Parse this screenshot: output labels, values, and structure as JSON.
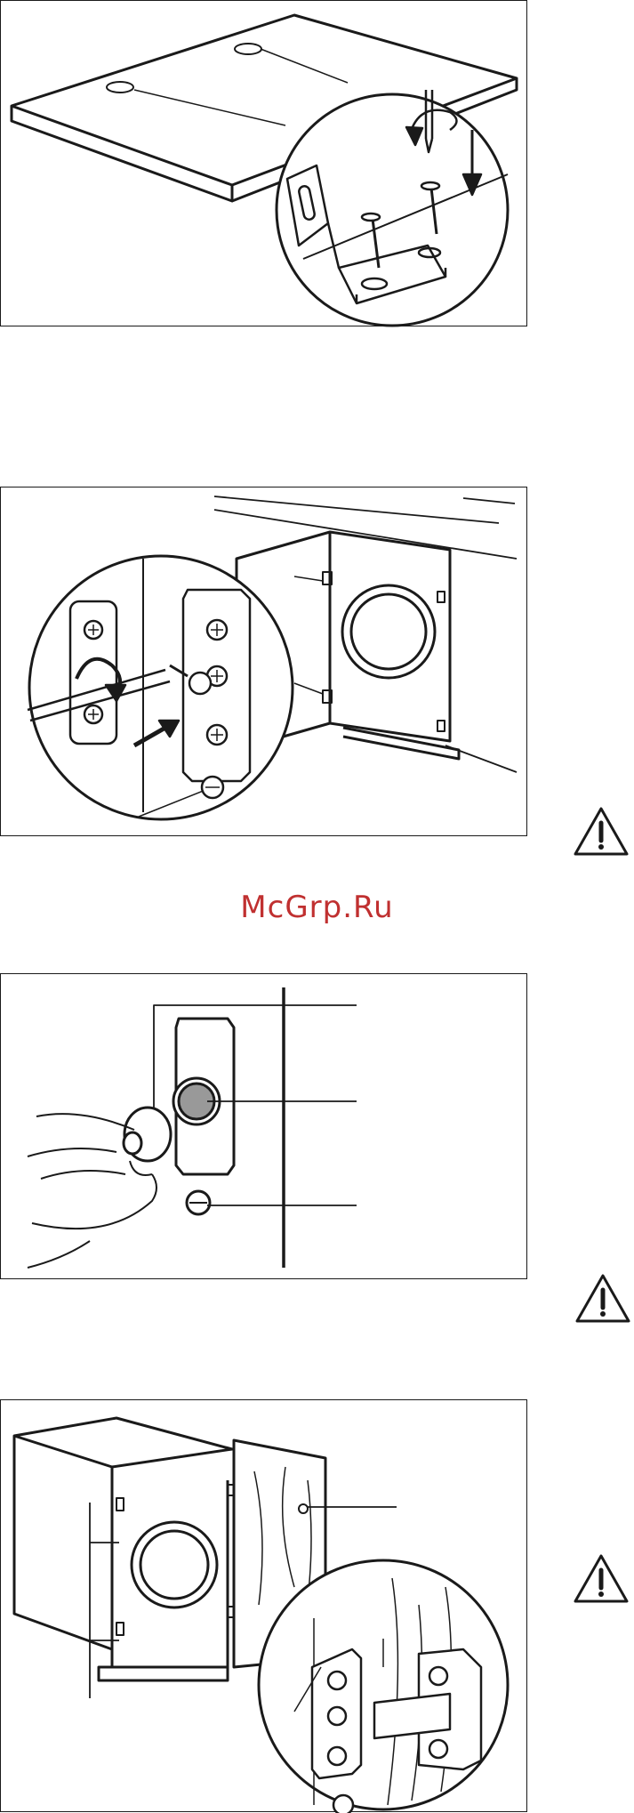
{
  "watermark": {
    "text": "McGrp.Ru"
  },
  "colors": {
    "line": "#1a1a1a",
    "watermark": "#c03030",
    "shade": "#999999"
  },
  "figures": [
    {
      "name": "fig-worktop-bracket",
      "icons": [
        "worktop",
        "bracket",
        "screwdriver-icon",
        "screw-icon",
        "arrow-rotate-icon",
        "arrow-down-icon"
      ]
    },
    {
      "name": "fig-door-hinge-adjust",
      "icons": [
        "washer-door",
        "hinge-plate",
        "screwdriver-icon",
        "arrow-rotate-icon",
        "arrow-push-icon"
      ]
    },
    {
      "name": "fig-magnet-install",
      "icons": [
        "hand",
        "magnet",
        "plate",
        "screw-icon"
      ]
    },
    {
      "name": "fig-cabinet-door-hinges",
      "icons": [
        "cabinet",
        "wood-door",
        "hinge",
        "screw-icon"
      ]
    }
  ],
  "warnings": [
    {
      "name": "warning-icon-1",
      "symbol": "!"
    },
    {
      "name": "warning-icon-2",
      "symbol": "!"
    },
    {
      "name": "warning-icon-3",
      "symbol": "!"
    }
  ]
}
